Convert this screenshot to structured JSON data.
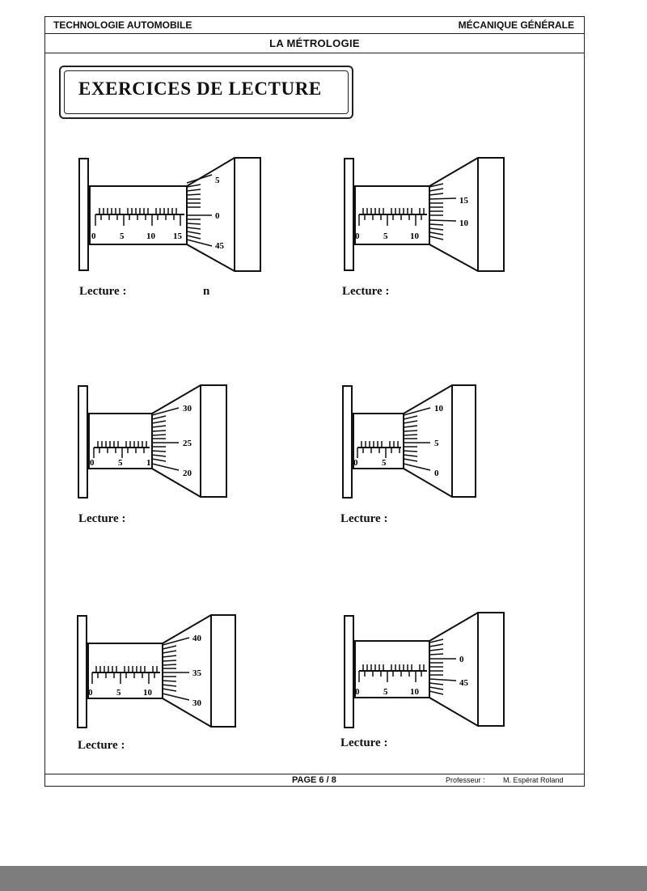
{
  "header": {
    "left_title": "TECHNOLOGIE AUTOMOBILE",
    "right_title": "MÉCANIQUE GÉNÉRALE",
    "subtitle": "LA MÉTROLOGIE"
  },
  "title": "EXERCICES DE LECTURE",
  "exercises": [
    {
      "lecture_label": "Lecture :",
      "stray_mark": "n",
      "sleeve_numbers": [
        "0",
        "5",
        "10",
        "15"
      ],
      "thimble_numbers": [
        "5",
        "0",
        "45"
      ]
    },
    {
      "lecture_label": "Lecture :",
      "sleeve_numbers": [
        "0",
        "5",
        "10"
      ],
      "thimble_numbers": [
        "15",
        "10"
      ]
    },
    {
      "lecture_label": "Lecture :",
      "sleeve_numbers": [
        "0",
        "5",
        "1"
      ],
      "thimble_numbers": [
        "30",
        "25",
        "20"
      ]
    },
    {
      "lecture_label": "Lecture :",
      "sleeve_numbers": [
        "0",
        "5"
      ],
      "thimble_numbers": [
        "10",
        "5",
        "0"
      ]
    },
    {
      "lecture_label": "Lecture :",
      "sleeve_numbers": [
        "0",
        "5",
        "10"
      ],
      "thimble_numbers": [
        "40",
        "35",
        "30"
      ]
    },
    {
      "lecture_label": "Lecture :",
      "sleeve_numbers": [
        "0",
        "5",
        "10"
      ],
      "thimble_numbers": [
        "0",
        "45"
      ]
    }
  ],
  "footer": {
    "page": "PAGE  6 / 8",
    "professor_label": "Professeur :",
    "professor_name": "M. Espérat Roland"
  }
}
